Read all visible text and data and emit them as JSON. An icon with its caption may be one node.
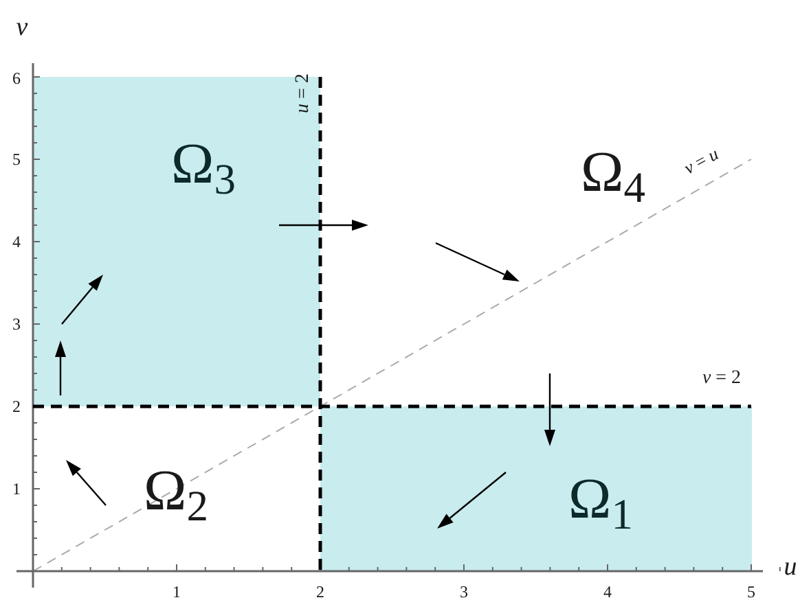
{
  "diagram": {
    "nodes": [
      {
        "text": [
          "Ω$_{3}$"
        ]
      },
      {
        "text": [
          "Ω$_{1}$"
        ]
      }
    ],
    "labels": [
      "v",
      "*u* = 2",
      "Ω$_{4}$",
      "*v* = *u*",
      "6",
      "5",
      "4",
      "3",
      "*v* = 2",
      "2",
      "Ω$_{2}$",
      "1",
      "1",
      "2",
      "3",
      "4",
      "5",
      "u"
    ]
  }
}
